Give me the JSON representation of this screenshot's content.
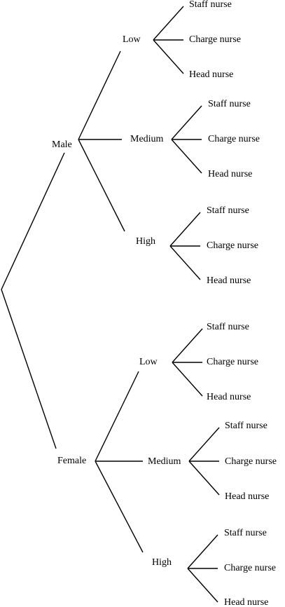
{
  "tree": {
    "children": [
      {
        "label": "Male",
        "children": [
          {
            "label": "Low",
            "children": [
              "Staff nurse",
              "Charge nurse",
              "Head nurse"
            ]
          },
          {
            "label": "Medium",
            "children": [
              "Staff nurse",
              "Charge nurse",
              "Head nurse"
            ]
          },
          {
            "label": "High",
            "children": [
              "Staff nurse",
              "Charge nurse",
              "Head nurse"
            ]
          }
        ]
      },
      {
        "label": "Female",
        "children": [
          {
            "label": "Low",
            "children": [
              "Staff nurse",
              "Charge nurse",
              "Head nurse"
            ]
          },
          {
            "label": "Medium",
            "children": [
              "Staff nurse",
              "Charge nurse",
              "Head nurse"
            ]
          },
          {
            "label": "High",
            "children": [
              "Staff nurse",
              "Charge nurse",
              "Head nurse"
            ]
          }
        ]
      }
    ]
  }
}
